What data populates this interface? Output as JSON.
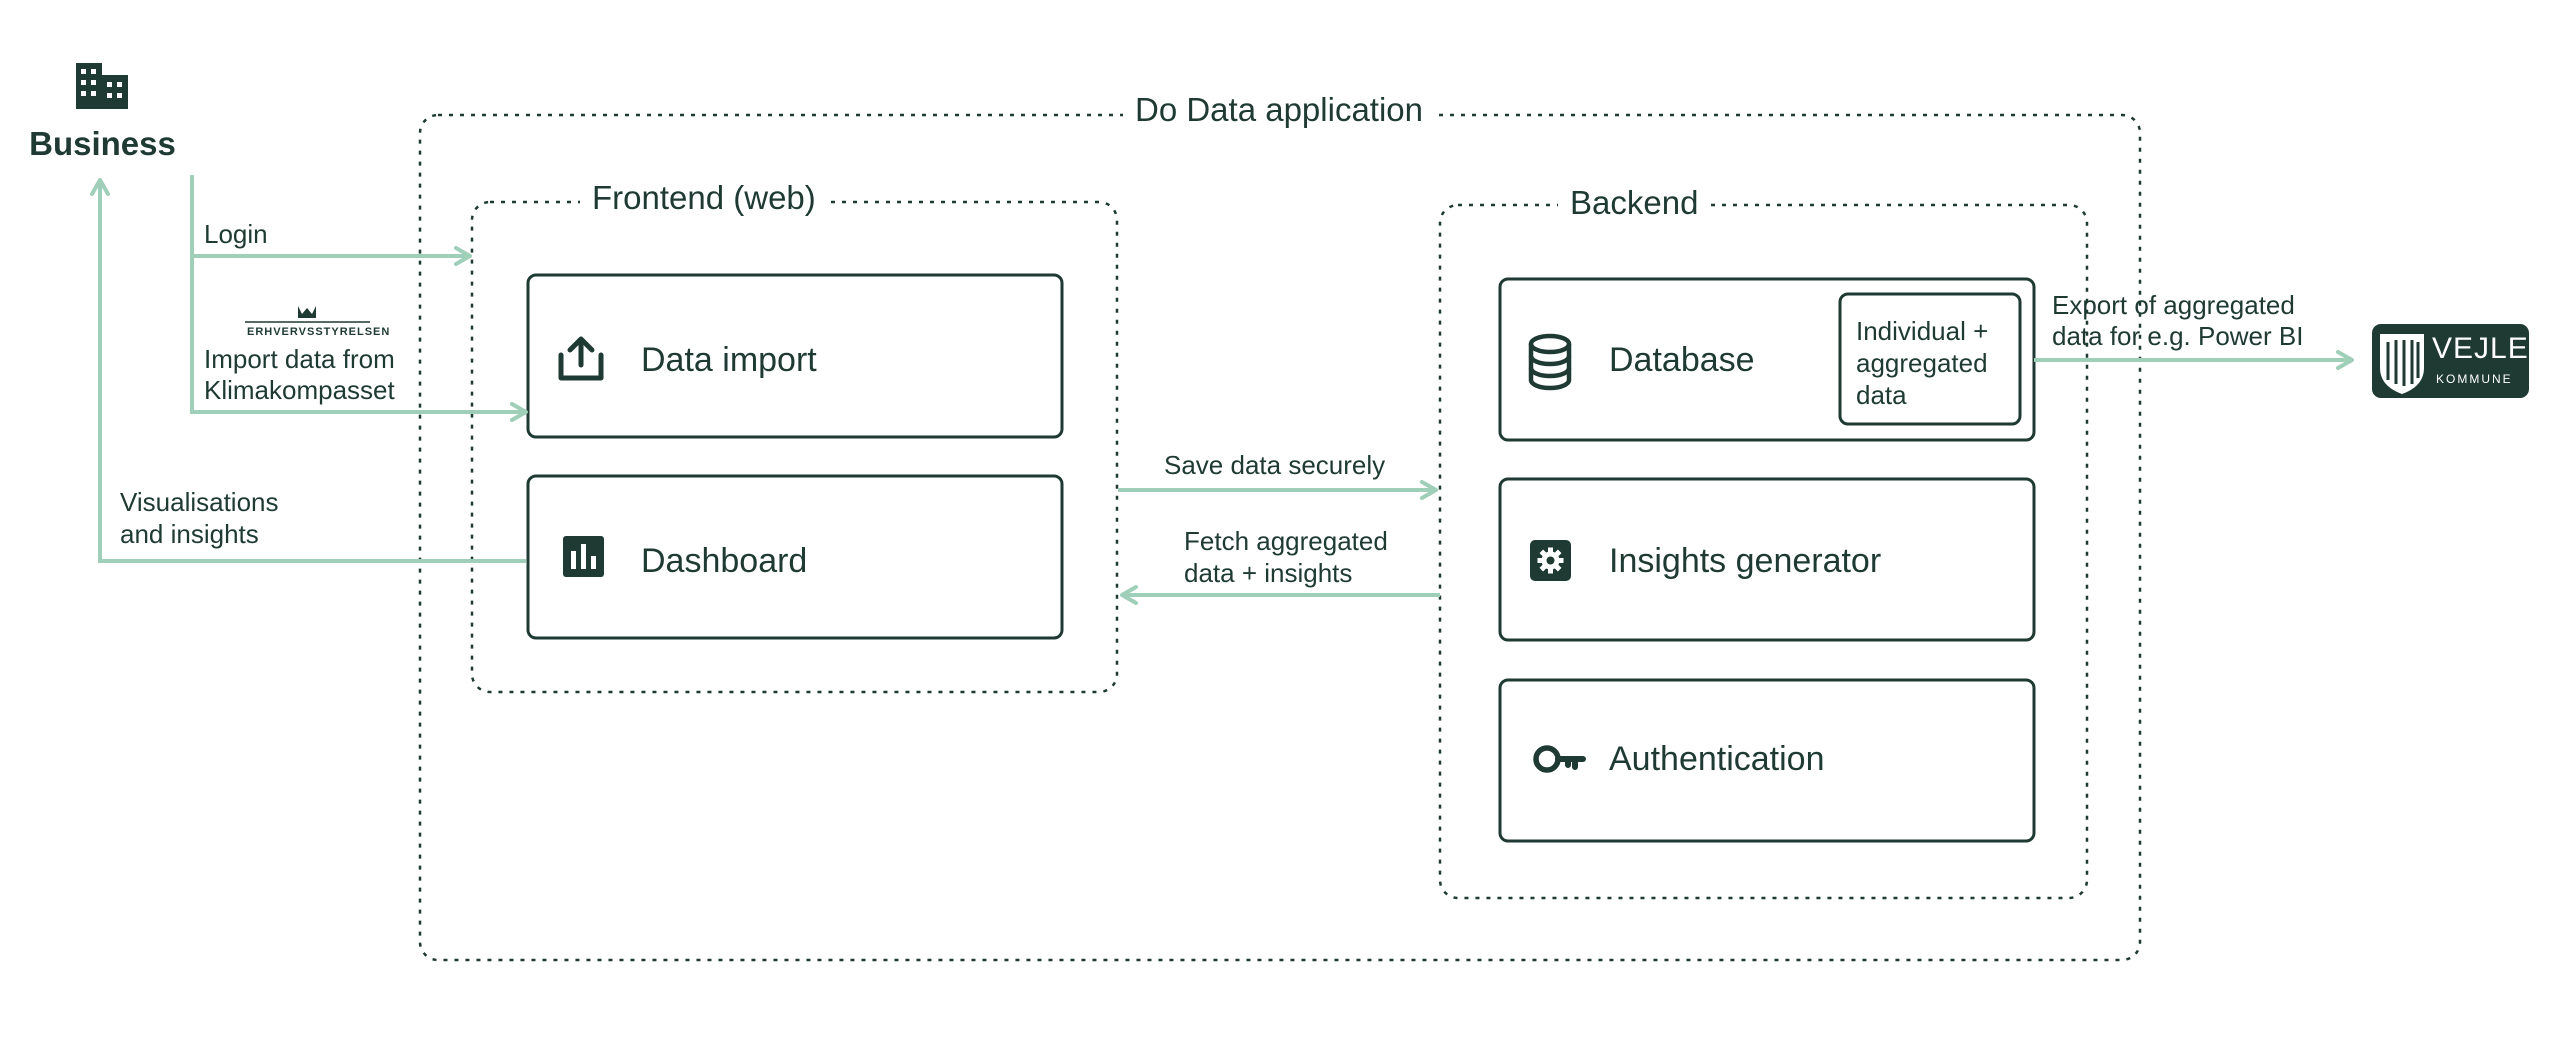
{
  "colors": {
    "edge": "#9fcfb9",
    "node_border": "#1e3a33",
    "text": "#1e3a33",
    "logo_bg": "#1e3a33"
  },
  "actor": {
    "label": "Business",
    "icon": "building-icon"
  },
  "groups": {
    "app": "Do Data application",
    "frontend": "Frontend (web)",
    "backend": "Backend"
  },
  "nodes": {
    "data_import": {
      "label": "Data import",
      "icon": "upload-icon"
    },
    "dashboard": {
      "label": "Dashboard",
      "icon": "bar-chart-icon"
    },
    "database": {
      "label": "Database",
      "icon": "database-icon"
    },
    "database_detail": {
      "line1": "Individual +",
      "line2": "aggregated",
      "line3": "data"
    },
    "insights": {
      "label": "Insights generator",
      "icon": "gear-icon"
    },
    "authentication": {
      "label": "Authentication",
      "icon": "key-icon"
    }
  },
  "edges": {
    "login": "Login",
    "import_line1": "Import data from",
    "import_line2": "Klimakompasset",
    "visualisations_line1": "Visualisations",
    "visualisations_line2": "and insights",
    "save": "Save data securely",
    "fetch_line1": "Fetch aggregated",
    "fetch_line2": "data + insights",
    "export_line1": "Export of aggregated",
    "export_line2": "data for e.g. Power BI"
  },
  "logos": {
    "erhvervsstyrelsen": "Erhvervsstyrelsen",
    "vejle_main": "VEJLE",
    "vejle_sub": "KOMMUNE"
  }
}
